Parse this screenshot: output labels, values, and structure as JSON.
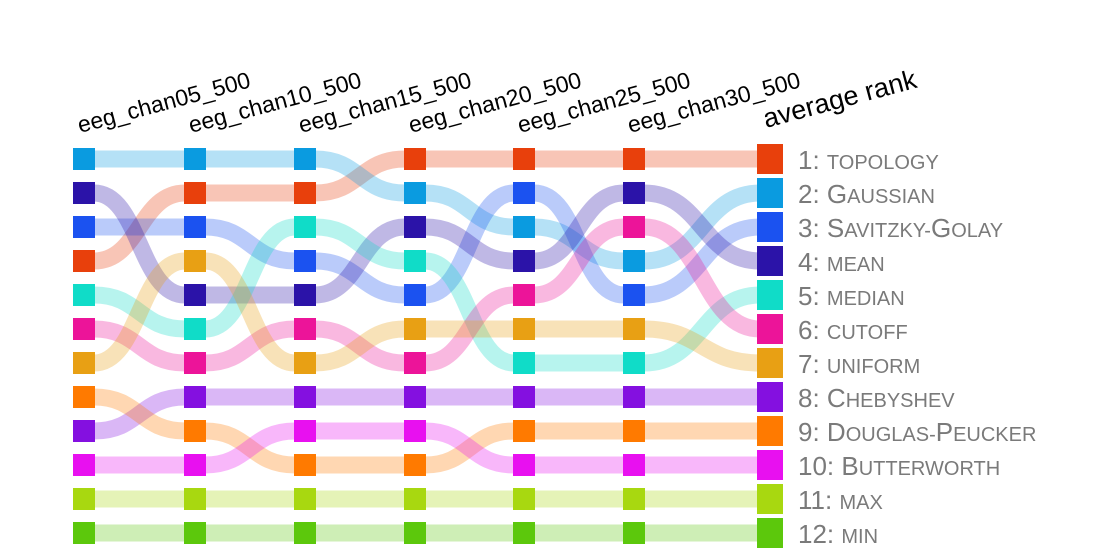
{
  "chart_data": {
    "type": "bump",
    "columns": [
      "eeg_chan05_500",
      "eeg_chan10_500",
      "eeg_chan15_500",
      "eeg_chan20_500",
      "eeg_chan25_500",
      "eeg_chan30_500"
    ],
    "average_rank_label": "average rank",
    "series": [
      {
        "name": "topology",
        "label_num": "1:",
        "label_big": "",
        "label_small": "TOPOLOGY",
        "color": "#E8400C",
        "ranks": [
          4,
          2,
          2,
          1,
          1,
          1
        ],
        "average_rank": 1
      },
      {
        "name": "Gaussian",
        "label_num": "2:",
        "label_big": "G",
        "label_small": "AUSSIAN",
        "color": "#0A9BE0",
        "ranks": [
          1,
          1,
          1,
          2,
          3,
          4
        ],
        "average_rank": 2
      },
      {
        "name": "Savitzky-Golay",
        "label_num": "3:",
        "label_big": "S",
        "label_small": "AVITZKY-",
        "label_big2": "G",
        "label_small2": "OLAY",
        "color": "#1B52F0",
        "ranks": [
          3,
          3,
          4,
          5,
          2,
          5
        ],
        "average_rank": 3
      },
      {
        "name": "mean",
        "label_num": "4:",
        "label_big": "",
        "label_small": "MEAN",
        "color": "#2B13A8",
        "ranks": [
          2,
          5,
          5,
          3,
          4,
          2
        ],
        "average_rank": 4
      },
      {
        "name": "median",
        "label_num": "5:",
        "label_big": "",
        "label_small": "MEDIAN",
        "color": "#10DCC8",
        "ranks": [
          5,
          6,
          3,
          4,
          7,
          7
        ],
        "average_rank": 5
      },
      {
        "name": "cutoff",
        "label_num": "6:",
        "label_big": "",
        "label_small": "CUTOFF",
        "color": "#EC1499",
        "ranks": [
          6,
          7,
          6,
          7,
          5,
          3
        ],
        "average_rank": 6
      },
      {
        "name": "uniform",
        "label_num": "7:",
        "label_big": "",
        "label_small": "UNIFORM",
        "color": "#E8A014",
        "ranks": [
          7,
          4,
          7,
          6,
          6,
          6
        ],
        "average_rank": 7
      },
      {
        "name": "Chebyshev",
        "label_num": "8:",
        "label_big": "C",
        "label_small": "HEBYSHEV",
        "color": "#8410E0",
        "ranks": [
          9,
          8,
          8,
          8,
          8,
          8
        ],
        "average_rank": 8
      },
      {
        "name": "Douglas-Peucker",
        "label_num": "9:",
        "label_big": "D",
        "label_small": "OUGLAS-",
        "label_big2": "P",
        "label_small2": "EUCKER",
        "color": "#FF7A00",
        "ranks": [
          8,
          9,
          10,
          10,
          9,
          9
        ],
        "average_rank": 9
      },
      {
        "name": "Butterworth",
        "label_num": "10:",
        "label_big": "B",
        "label_small": "UTTERWORTH",
        "color": "#E810F0",
        "ranks": [
          10,
          10,
          9,
          9,
          10,
          10
        ],
        "average_rank": 10
      },
      {
        "name": "max",
        "label_num": "11:",
        "label_big": "",
        "label_small": "MAX",
        "color": "#A8D810",
        "ranks": [
          11,
          11,
          11,
          11,
          11,
          11
        ],
        "average_rank": 11
      },
      {
        "name": "min",
        "label_num": "12:",
        "label_big": "",
        "label_small": "MIN",
        "color": "#5CC80C",
        "ranks": [
          12,
          12,
          12,
          12,
          12,
          12
        ],
        "average_rank": 12
      }
    ]
  }
}
